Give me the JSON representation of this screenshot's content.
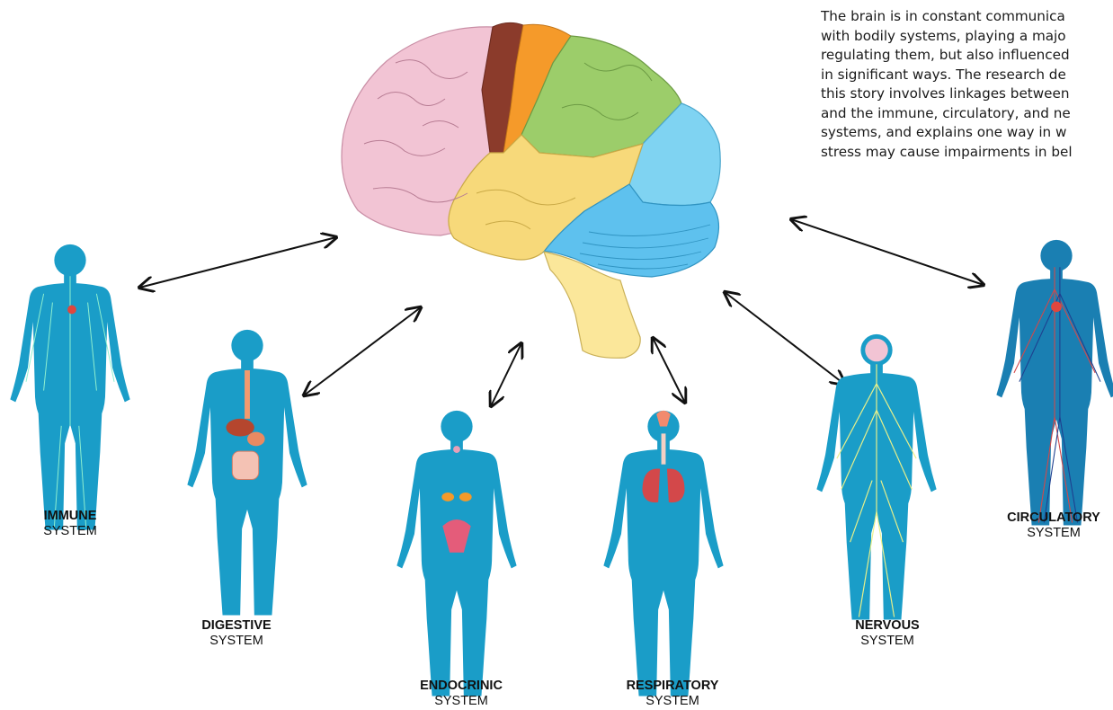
{
  "intro": {
    "lines": [
      "The brain is in constant communica",
      "with bodily systems, playing a majo",
      "regulating them, but also influenced",
      "in significant ways. The research de",
      "this story involves linkages between",
      "and the immune, circulatory, and ne",
      "systems, and explains one way in w",
      "stress may cause impairments in bel"
    ]
  },
  "systems": [
    {
      "id": "immune",
      "name": "IMMUNE",
      "suffix": "SYSTEM"
    },
    {
      "id": "digestive",
      "name": "DIGESTIVE",
      "suffix": "SYSTEM"
    },
    {
      "id": "endocrinic",
      "name": "ENDOCRINIC",
      "suffix": "SYSTEM"
    },
    {
      "id": "respiratory",
      "name": "RESPIRATORY",
      "suffix": "SYSTEM"
    },
    {
      "id": "nervous",
      "name": "NERVOUS",
      "suffix": "SYSTEM"
    },
    {
      "id": "circulatory",
      "name": "CIRCULATORY",
      "suffix": "SYSTEM"
    }
  ],
  "colors": {
    "body": "#1a9dc8",
    "brain_frontal": "#f2c4d4",
    "brain_motor": "#8b3b2b",
    "brain_premotor": "#f59a2a",
    "brain_parietal": "#9ccd6a",
    "brain_occipital": "#7fd3f2",
    "brain_temporal": "#f7d97a",
    "brain_cerebellum": "#5ec1ee",
    "brain_stem": "#fbe79a",
    "arrow": "#111111"
  }
}
